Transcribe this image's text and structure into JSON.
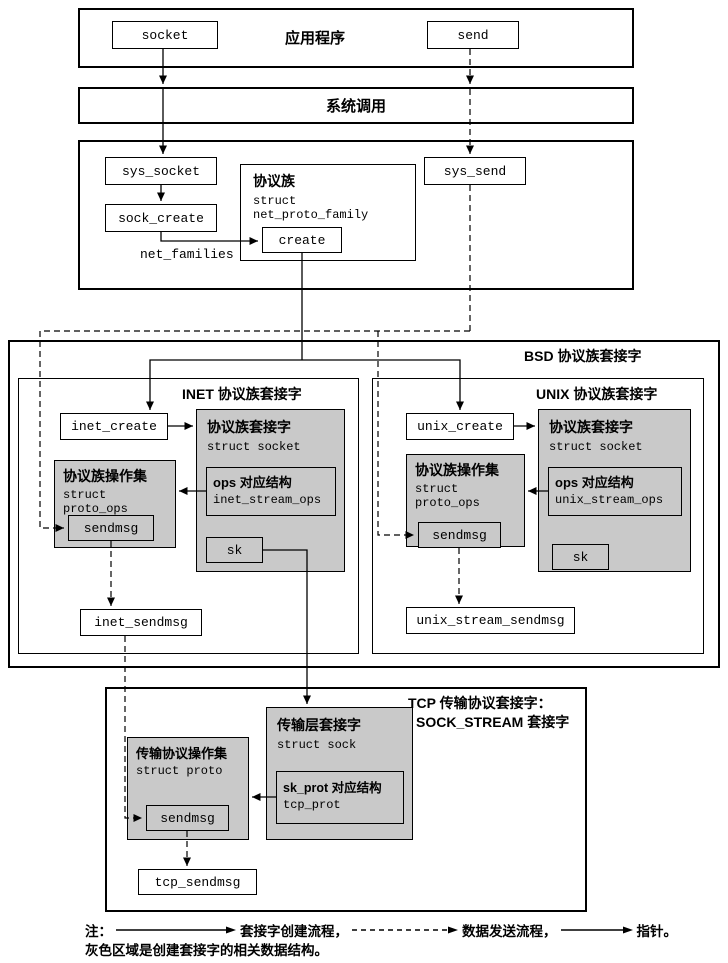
{
  "app": {
    "title": "应用程序",
    "socket_label": "socket",
    "send_label": "send"
  },
  "syscall": {
    "title": "系统调用"
  },
  "kernel": {
    "sys_socket": "sys_socket",
    "sock_create": "sock_create",
    "sys_send": "sys_send",
    "net_families": "net_families",
    "proto_family": {
      "title": "协议族",
      "struct": "struct net_proto_family",
      "create": "create"
    }
  },
  "bsd": {
    "title": "BSD 协议族套接字",
    "inet": {
      "title": "INET 协议族套接字",
      "create": "inet_create",
      "socket": {
        "title": "协议族套接字",
        "struct": "struct socket",
        "ops_label": "ops 对应结构",
        "ops_struct": "inet_stream_ops",
        "sk": "sk"
      },
      "proto_ops": {
        "title": "协议族操作集",
        "struct": "struct proto_ops",
        "sendmsg": "sendmsg"
      },
      "sendmsg_fn": "inet_sendmsg"
    },
    "unix": {
      "title": "UNIX 协议族套接字",
      "create": "unix_create",
      "socket": {
        "title": "协议族套接字",
        "struct": "struct socket",
        "ops_label": "ops 对应结构",
        "ops_struct": "unix_stream_ops",
        "sk": "sk"
      },
      "proto_ops": {
        "title": "协议族操作集",
        "struct": "struct proto_ops",
        "sendmsg": "sendmsg"
      },
      "sendmsg_fn": "unix_stream_sendmsg"
    }
  },
  "tcp": {
    "title_line1": "TCP 传输协议套接字：",
    "title_line2": "SOCK_STREAM 套接字",
    "sock": {
      "title": "传输层套接字",
      "struct": "struct sock",
      "skprot_label": "sk_prot 对应结构",
      "skprot_struct": "tcp_prot"
    },
    "proto": {
      "title": "传输协议操作集",
      "struct": "struct proto",
      "sendmsg": "sendmsg"
    },
    "sendmsg_fn": "tcp_sendmsg"
  },
  "legend": {
    "note_label": "注：",
    "create_flow": "套接字创建流程，",
    "send_flow": "数据发送流程，",
    "pointer": "指针。",
    "line2": "灰色区域是创建套接字的相关数据结构。"
  },
  "colors": {
    "gray_fill": "#c9c9c9",
    "line": "#000000"
  }
}
